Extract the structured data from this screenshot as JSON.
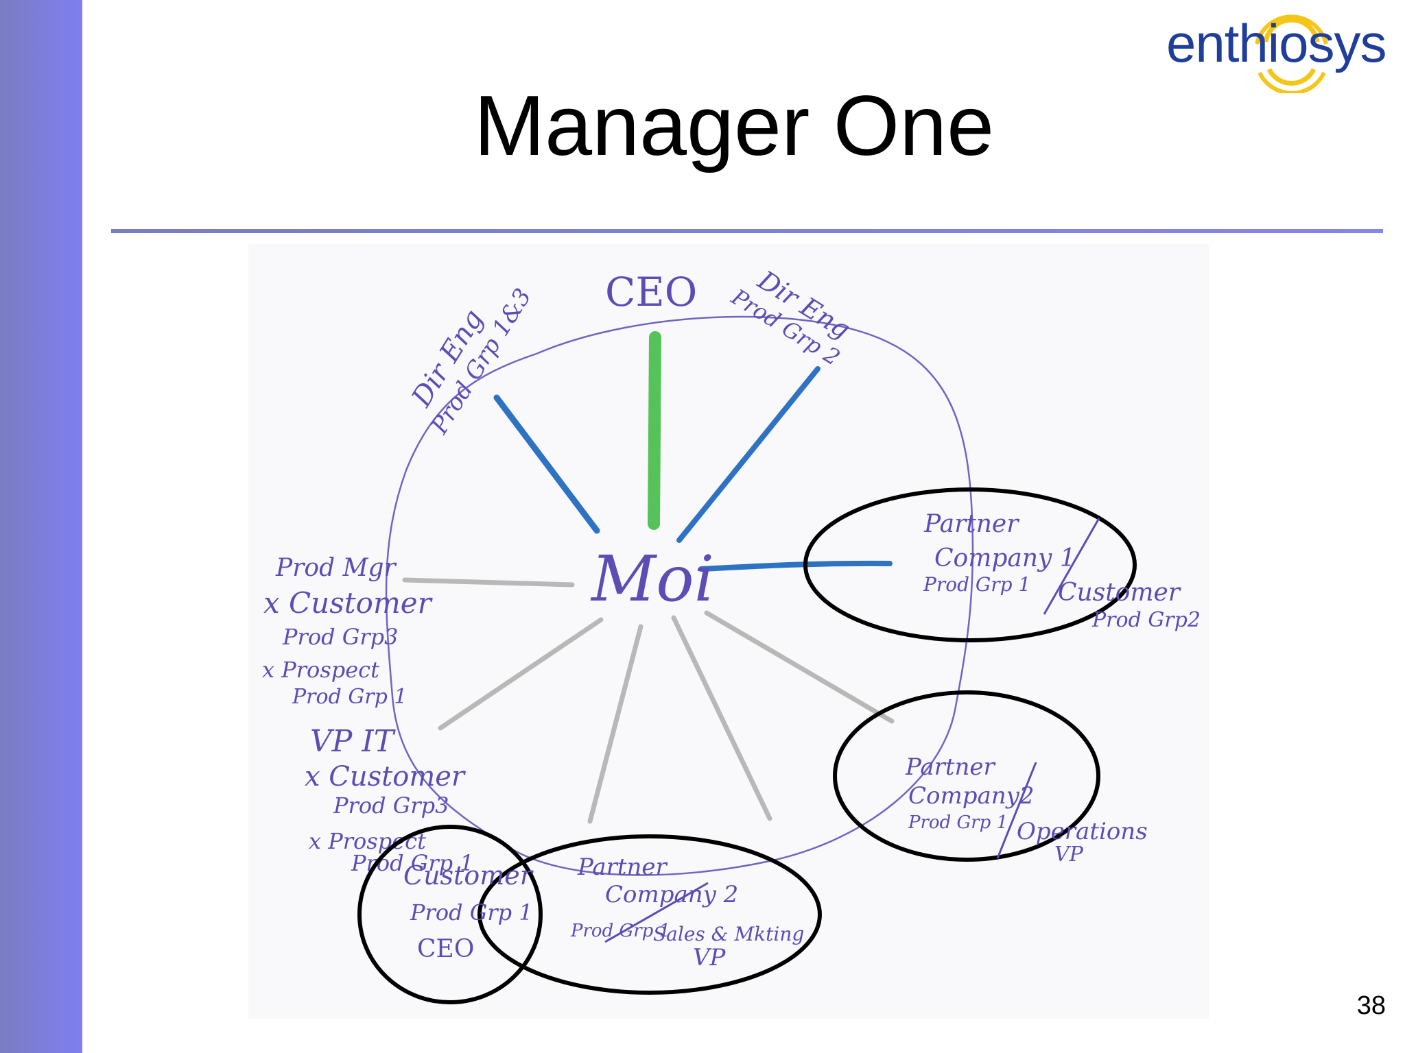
{
  "slide": {
    "title": "Manager One",
    "page_number": "38",
    "logo_text": "enthiosys",
    "colors": {
      "side_bar": "#7f7ff0",
      "rule": "#7a7cc2",
      "logo_blue": "#1e3e9a",
      "logo_gold": "#f5c518",
      "ink_purple": "#5b4db3",
      "line_green": "#55c25a",
      "line_blue": "#2e72c4",
      "line_gray": "#b8b8b8",
      "ellipse_black": "#000000"
    }
  },
  "sketch": {
    "center_label": "Moi",
    "labels": {
      "ceo": "CEO",
      "dir_eng_13": [
        "Dir Eng",
        "Prod Grp 1&3"
      ],
      "dir_eng_2": [
        "Dir Eng",
        "Prod Grp 2"
      ],
      "prod_mgr": [
        "Prod Mgr",
        "x Customer",
        "Prod Grp3",
        "x Prospect",
        "Prod Grp 1"
      ],
      "vp_it": [
        "VP IT",
        "x Customer",
        "Prod Grp3",
        "x Prospect",
        "Prod Grp 1"
      ],
      "partner1": [
        "Partner",
        "Company 1",
        "Prod Grp 1",
        "Customer",
        "Prod Grp2"
      ],
      "partner2_ops": [
        "Partner",
        "Company2",
        "Prod Grp 1",
        "Operations",
        "VP"
      ],
      "partner2_sales": [
        "Partner",
        "Company 2",
        "Prod Grp 1",
        "Sales & Mkting",
        "VP"
      ],
      "customer_ceo": [
        "Customer",
        "Prod Grp 1",
        "CEO"
      ]
    }
  }
}
